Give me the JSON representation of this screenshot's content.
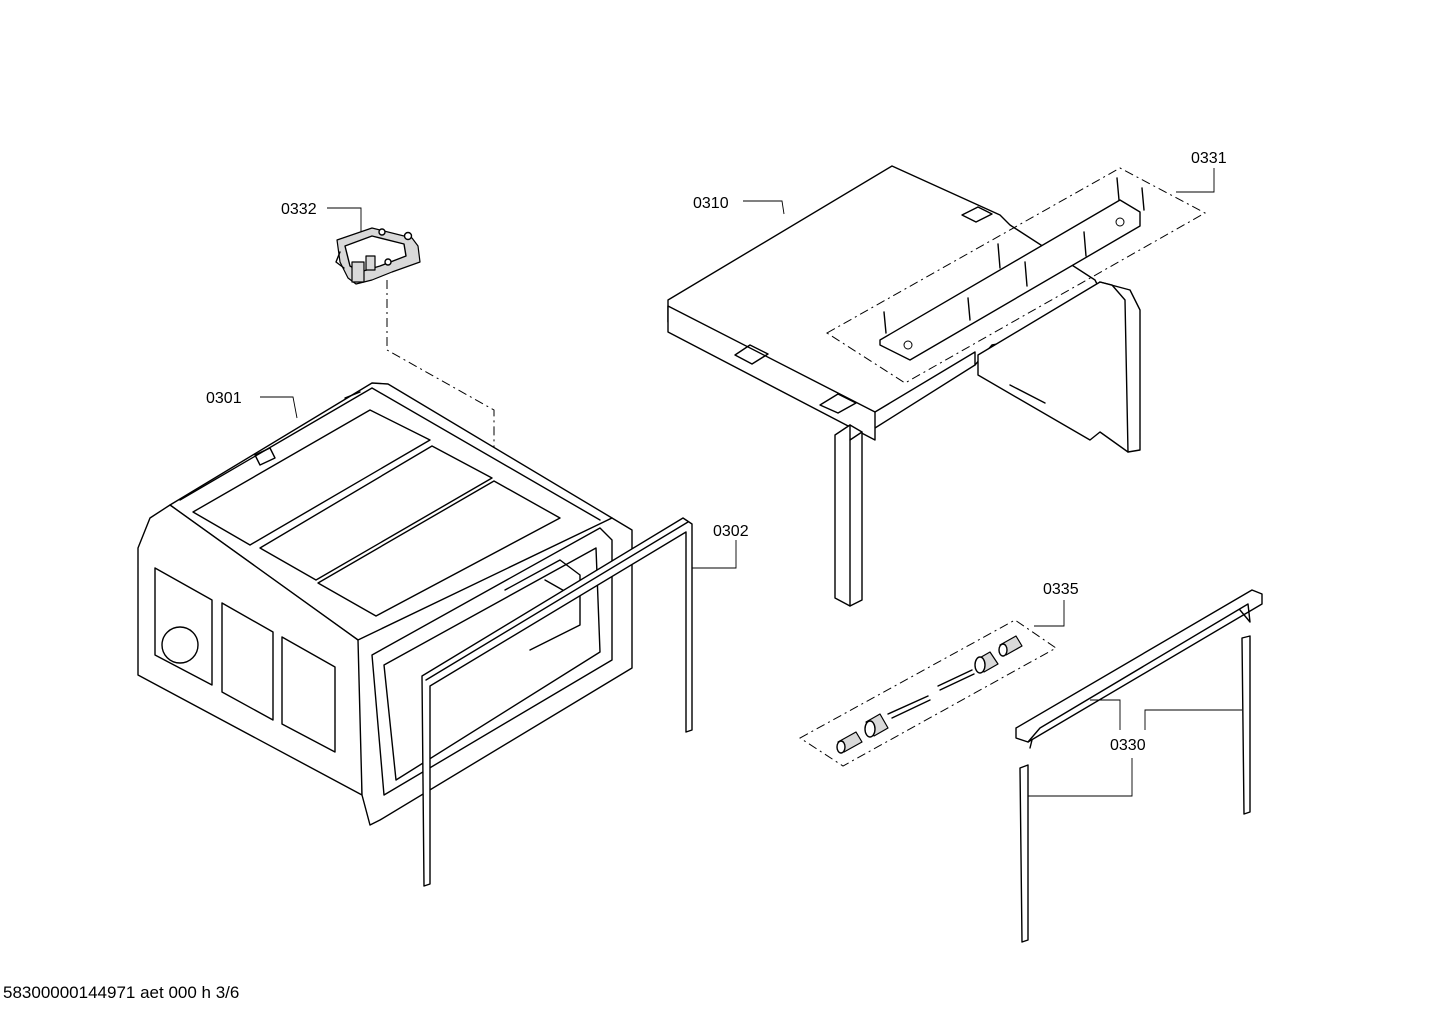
{
  "parts": [
    {
      "id": "0332",
      "label": "0332"
    },
    {
      "id": "0310",
      "label": "0310"
    },
    {
      "id": "0331",
      "label": "0331"
    },
    {
      "id": "0301",
      "label": "0301"
    },
    {
      "id": "0302",
      "label": "0302"
    },
    {
      "id": "0335",
      "label": "0335"
    },
    {
      "id": "0330",
      "label": "0330"
    }
  ],
  "footer": {
    "drawing_id": "58300000144971 aet 000 h 3/6"
  }
}
